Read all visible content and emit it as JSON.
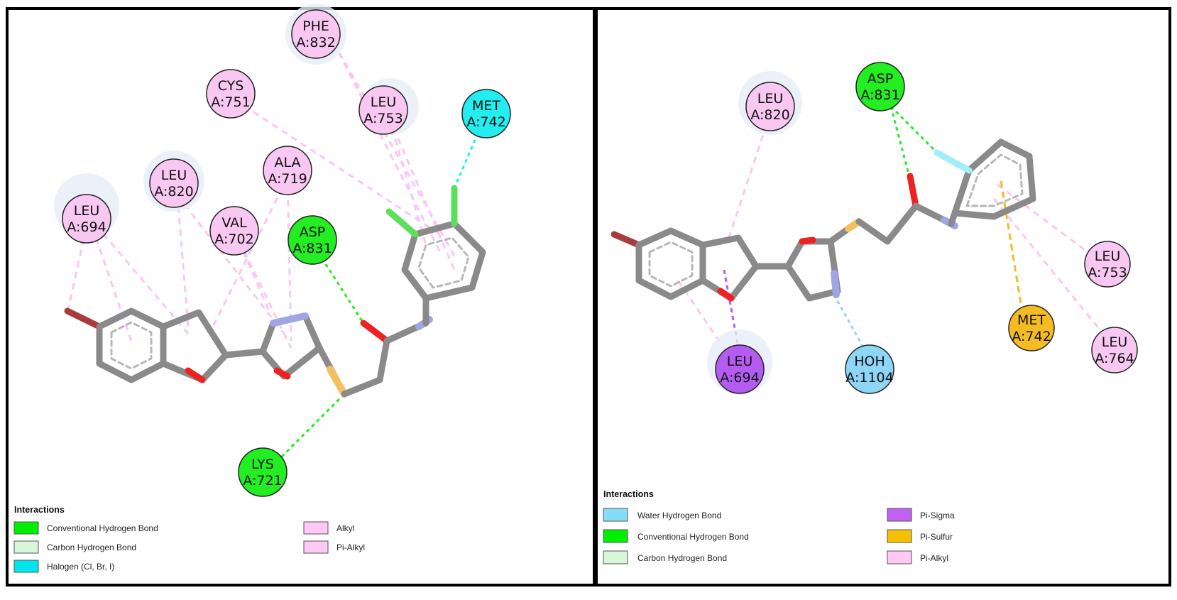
{
  "panels": [
    {
      "id": "left",
      "residues": [
        {
          "name": "PHE",
          "chain_id": "A:832",
          "type": "pi-alkyl"
        },
        {
          "name": "CYS",
          "chain_id": "A:751",
          "type": "pi-alkyl"
        },
        {
          "name": "LEU",
          "chain_id": "A:753",
          "type": "pi-alkyl"
        },
        {
          "name": "MET",
          "chain_id": "A:742",
          "type": "halogen"
        },
        {
          "name": "ALA",
          "chain_id": "A:719",
          "type": "pi-alkyl"
        },
        {
          "name": "LEU",
          "chain_id": "A:820",
          "type": "pi-alkyl"
        },
        {
          "name": "LEU",
          "chain_id": "A:694",
          "type": "pi-alkyl"
        },
        {
          "name": "VAL",
          "chain_id": "A:702",
          "type": "pi-alkyl"
        },
        {
          "name": "ASP",
          "chain_id": "A:831",
          "type": "conventional-hbond"
        },
        {
          "name": "LYS",
          "chain_id": "A:721",
          "type": "conventional-hbond"
        }
      ],
      "legend": {
        "title": "Interactions",
        "items": [
          {
            "label": "Conventional Hydrogen Bond",
            "color": "#00ee00"
          },
          {
            "label": "Carbon Hydrogen Bond",
            "color": "#d9f6d9"
          },
          {
            "label": "Halogen (Cl, Br, I)",
            "color": "#00e5ee"
          },
          {
            "label": "Alkyl",
            "color": "#ffc8f5"
          },
          {
            "label": "Pi-Alkyl",
            "color": "#ffc8f5"
          }
        ]
      }
    },
    {
      "id": "right",
      "residues": [
        {
          "name": "LEU",
          "chain_id": "A:820",
          "type": "pi-alkyl"
        },
        {
          "name": "ASP",
          "chain_id": "A:831",
          "type": "conventional-hbond"
        },
        {
          "name": "LEU",
          "chain_id": "A:753",
          "type": "pi-alkyl"
        },
        {
          "name": "MET",
          "chain_id": "A:742",
          "type": "pi-sulfur"
        },
        {
          "name": "LEU",
          "chain_id": "A:764",
          "type": "pi-alkyl"
        },
        {
          "name": "LEU",
          "chain_id": "A:694",
          "type": "pi-sigma"
        },
        {
          "name": "HOH",
          "chain_id": "A:1104",
          "type": "water-hbond"
        }
      ],
      "legend": {
        "title": "Interactions",
        "items": [
          {
            "label": "Water Hydrogen Bond",
            "color": "#87dcf5"
          },
          {
            "label": "Conventional Hydrogen Bond",
            "color": "#00ee00"
          },
          {
            "label": "Carbon Hydrogen Bond",
            "color": "#d9f6d9"
          },
          {
            "label": "Pi-Sigma",
            "color": "#c060f5"
          },
          {
            "label": "Pi-Sulfur",
            "color": "#f5c000"
          },
          {
            "label": "Pi-Alkyl",
            "color": "#ffc8f5"
          }
        ]
      }
    }
  ],
  "colors": {
    "conventional-hbond": "#22ee22",
    "halogen": "#22eef0",
    "pi-alkyl": "#f9c8f2",
    "pi-sigma": "#b45cf2",
    "pi-sulfur": "#f5bb22",
    "water-hbond": "#8ed6f5",
    "carbon": "#8a8a8a",
    "oxygen": "#ee2222",
    "nitrogen": "#9ea6e6",
    "sulfur": "#f5c060",
    "halogen-atom": "#5ce05c",
    "bromine": "#a83c3c",
    "fluorine": "#a0eef8"
  }
}
